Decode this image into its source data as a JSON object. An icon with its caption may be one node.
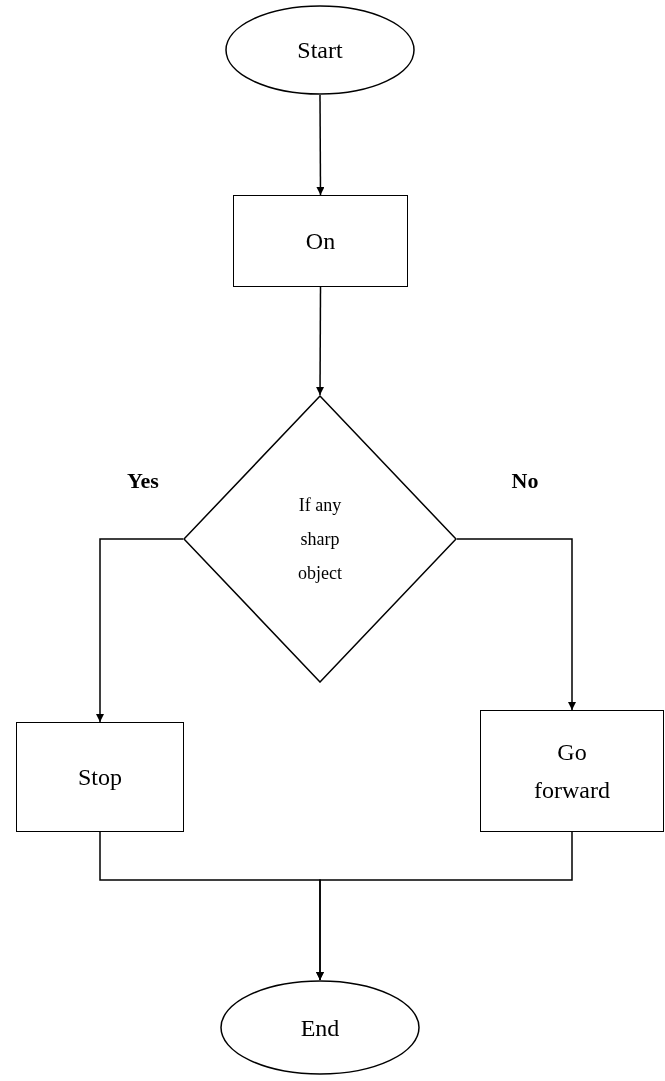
{
  "diagram": {
    "nodes": [
      {
        "text": [
          "Start"
        ]
      },
      {
        "text": [
          "On"
        ]
      },
      {
        "text": [
          "If any sharp object"
        ]
      },
      {
        "text": [
          "Stop"
        ]
      },
      {
        "text": [
          "Go forward"
        ]
      },
      {
        "text": [
          "End"
        ]
      }
    ],
    "edges": [
      {
        "from": 0,
        "to": 1,
        "arrow": "to"
      },
      {
        "from": 1,
        "to": 2,
        "arrow": "to"
      },
      {
        "from": 2,
        "to": 3,
        "arrow": "to",
        "label": "Yes"
      },
      {
        "from": 2,
        "to": 4,
        "arrow": "to",
        "label": "No"
      },
      {
        "from": 3,
        "to": 5,
        "arrow": "to"
      },
      {
        "from": 4,
        "to": 5,
        "arrow": "to"
      }
    ]
  }
}
